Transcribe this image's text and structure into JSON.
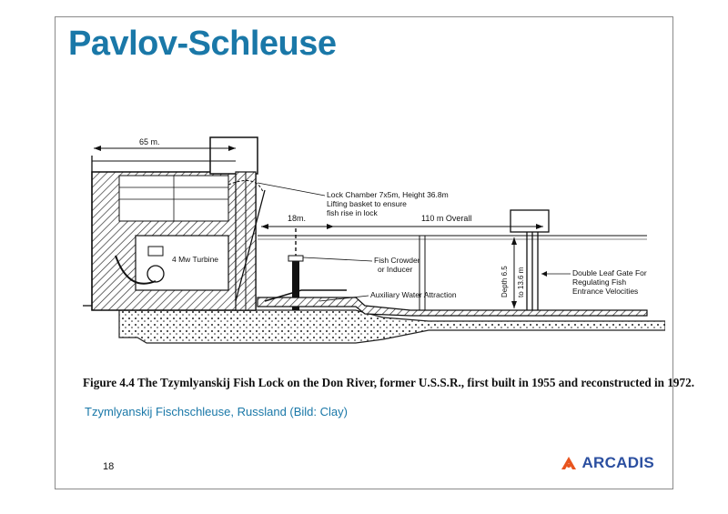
{
  "slide": {
    "title": "Pavlov-Schleuse",
    "figure_caption": "Figure 4.4   The Tzymlyanskij Fish Lock on the Don River, former U.S.S.R., first built in 1955 and reconstructed in 1972.",
    "image_credit": "Tzymlyanskij Fischschleuse, Russland (Bild: Clay)",
    "page_number": "18",
    "logo_text": "ARCADIS"
  },
  "diagram": {
    "dim_65": "65 m.",
    "dim_18": "18m.",
    "dim_110": "110 m Overall",
    "lock_chamber_1": "Lock Chamber 7x5m, Height 36.8m",
    "lock_chamber_2": "Lifting basket to ensure",
    "lock_chamber_3": "fish rise in lock",
    "turbine": "4 Mw Turbine",
    "crowder_1": "Fish Crowder",
    "crowder_2": "or Inducer",
    "aux_water": "Auxiliary Water Attraction",
    "depth_1": "Depth 6.5",
    "depth_2": "to 13.6 m",
    "gate_1": "Double Leaf Gate For",
    "gate_2": "Regulating Fish",
    "gate_3": "Entrance Velocities"
  },
  "colors": {
    "title": "#1a78a8",
    "credit": "#1a78a8",
    "logo_text": "#2b4fa0",
    "logo_mark": "#e8541e"
  }
}
